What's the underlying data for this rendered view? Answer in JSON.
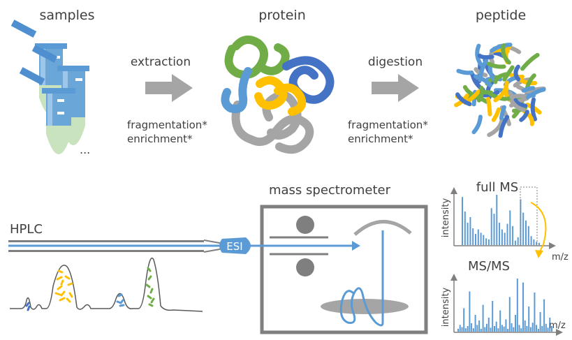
{
  "labels": {
    "samples": "samples",
    "protein": "protein",
    "peptide": "peptide",
    "extraction": "extraction",
    "digestion": "digestion",
    "fragmentation1": "fragmentation*",
    "enrichment1": "enrichment*",
    "fragmentation2": "fragmentation*",
    "enrichment2": "enrichment*",
    "ellipsis": "...",
    "hplc": "HPLC",
    "esi": "ESI",
    "mass_spectrometer": "mass spectrometer",
    "full_ms": "full MS",
    "msms": "MS/MS",
    "intensity1": "intensity",
    "intensity2": "intensity",
    "mz1": "m/z",
    "mz2": "m/z"
  },
  "colors": {
    "text": "#404040",
    "blue": "#5b9bd5",
    "dark_blue": "#4472c4",
    "green": "#70ad47",
    "yellow": "#ffc000",
    "gray": "#a5a5a5",
    "tube_blue": "#6aa6d8",
    "tube_liquid": "#c9e3bf"
  },
  "chart_data": [
    {
      "type": "bar",
      "title": "full MS",
      "xlabel": "m/z",
      "ylabel": "intensity",
      "x": [
        1,
        2,
        3,
        4,
        5,
        6,
        7,
        8,
        9,
        10,
        11,
        12,
        13,
        14,
        15,
        16,
        17,
        18,
        19,
        20,
        21,
        22,
        23,
        24,
        25,
        26,
        27,
        28,
        29,
        30
      ],
      "values": [
        0.86,
        0.6,
        0.4,
        0.5,
        0.3,
        0.2,
        0.28,
        0.22,
        0.18,
        0.12,
        0.1,
        0.66,
        0.56,
        0.9,
        0.4,
        0.28,
        0.22,
        0.38,
        0.62,
        0.34,
        0.08,
        0.14,
        0.82,
        0.58,
        0.44,
        0.34,
        0.16,
        0.1,
        0.06,
        0.04
      ]
    },
    {
      "type": "bar",
      "title": "MS/MS",
      "xlabel": "m/z",
      "ylabel": "intensity",
      "x": [
        1,
        2,
        3,
        4,
        5,
        6,
        7,
        8,
        9,
        10,
        11,
        12,
        13,
        14,
        15,
        16,
        17,
        18,
        19,
        20,
        21,
        22,
        23,
        24,
        25,
        26,
        27,
        28,
        29,
        30,
        31,
        32,
        33,
        34,
        35,
        36,
        37,
        38,
        39,
        40,
        41,
        42,
        43,
        44,
        45,
        46,
        47,
        48,
        49,
        50
      ],
      "values": [
        0.05,
        0.12,
        0.08,
        0.42,
        0.06,
        0.1,
        0.72,
        0.15,
        0.06,
        0.3,
        0.12,
        0.2,
        0.05,
        0.48,
        0.08,
        0.14,
        0.25,
        0.07,
        0.55,
        0.1,
        0.18,
        0.06,
        0.38,
        0.12,
        0.09,
        0.22,
        0.05,
        0.62,
        0.15,
        0.08,
        0.3,
        0.95,
        0.12,
        0.06,
        0.88,
        0.2,
        0.1,
        0.45,
        0.08,
        0.16,
        0.7,
        0.12,
        0.05,
        0.35,
        0.1,
        0.58,
        0.14,
        0.07,
        0.25,
        0.1
      ]
    }
  ]
}
